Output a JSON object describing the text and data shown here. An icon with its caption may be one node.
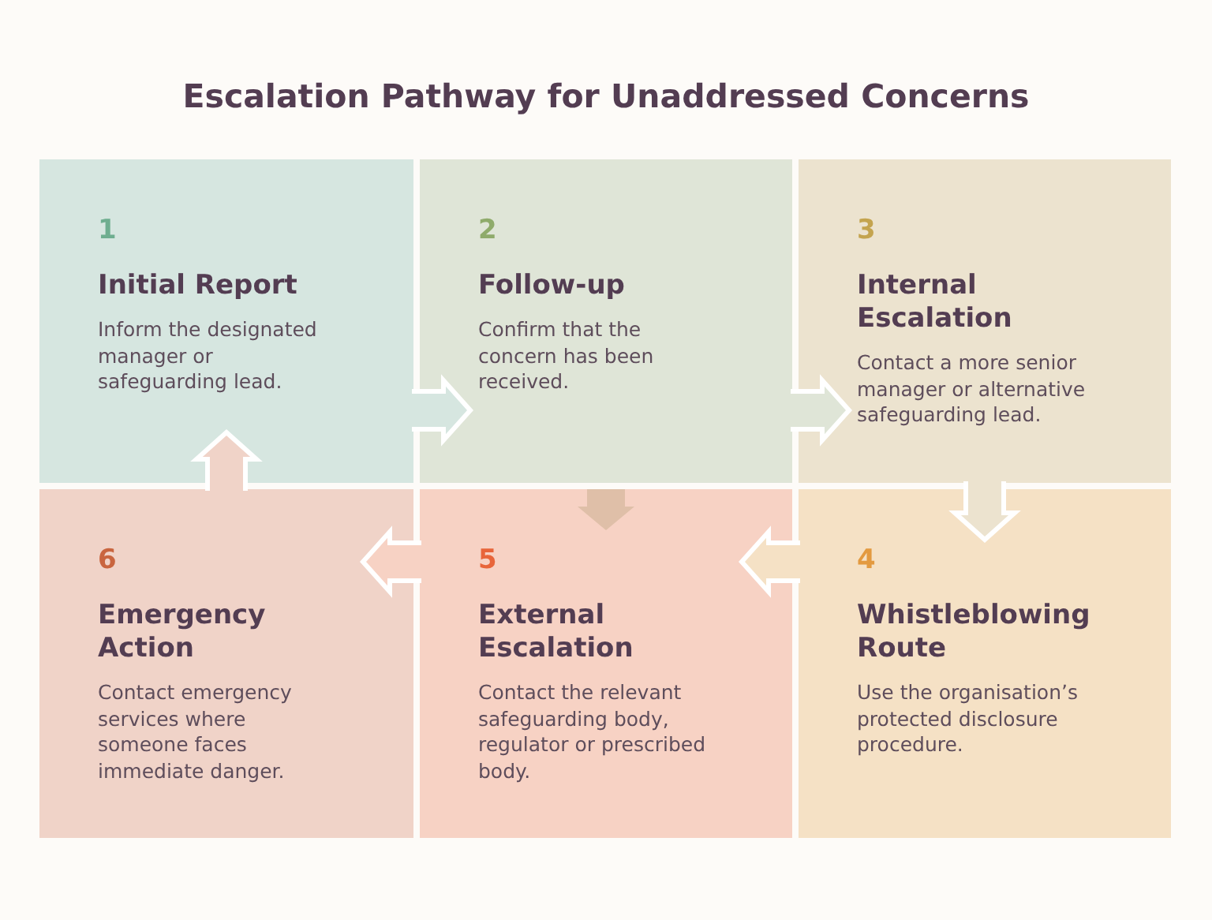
{
  "diagram": {
    "title": "Escalation Pathway for Unaddressed Concerns",
    "nodes": [
      {
        "text": [
          "1",
          "Initial Report",
          "Inform the designated manager or safeguarding lead."
        ]
      },
      {
        "text": [
          "2",
          "Follow-up",
          "Confirm that the concern has been received."
        ]
      },
      {
        "text": [
          "3",
          "Internal Escalation",
          "Contact a more senior manager or alternative safeguarding lead."
        ]
      },
      {
        "text": [
          "4",
          "Whistleblowing Route",
          "Use the organisation’s protected disclosure procedure."
        ]
      },
      {
        "text": [
          "5",
          "External Escalation",
          "Contact the relevant safeguarding body, regulator or prescribed body."
        ]
      },
      {
        "text": [
          "6",
          "Emergency Action",
          "Contact emergency services where someone faces immediate danger."
        ]
      }
    ],
    "edges": [
      {
        "from": 0,
        "to": 1,
        "arrow": "to"
      },
      {
        "from": 1,
        "to": 2,
        "arrow": "to"
      },
      {
        "from": 2,
        "to": 3,
        "arrow": "to"
      },
      {
        "from": 3,
        "to": 4,
        "arrow": "to"
      },
      {
        "from": 4,
        "to": 5,
        "arrow": "to"
      },
      {
        "from": 5,
        "to": 0,
        "arrow": "to"
      },
      {
        "from": 1,
        "to": 4,
        "arrow": "to",
        "color": "#dfbfa8"
      }
    ]
  }
}
